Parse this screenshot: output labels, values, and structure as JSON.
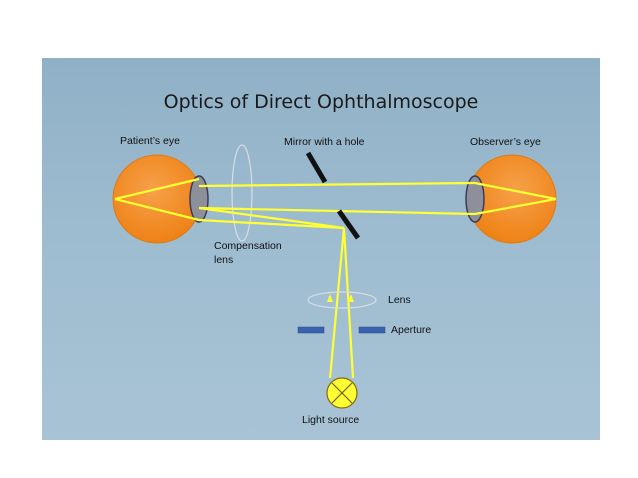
{
  "slide": {
    "title": "Optics of Direct Ophthalmoscope",
    "labels": {
      "patient_eye": "Patient’s eye",
      "mirror": "Mirror with a hole",
      "observer_eye": "Observer’s eye",
      "compensation_lens_line1": "Compensation",
      "compensation_lens_line2": "lens",
      "lens": "Lens",
      "aperture": "Aperture",
      "light_source": "Light source"
    },
    "colors": {
      "background": "#9db9cd",
      "eye_fill": "#f28a1c",
      "light_ray": "#ffff33",
      "mirror": "#111111",
      "aperture": "#3a62b0",
      "lens_outline": "#d8dde4"
    }
  }
}
